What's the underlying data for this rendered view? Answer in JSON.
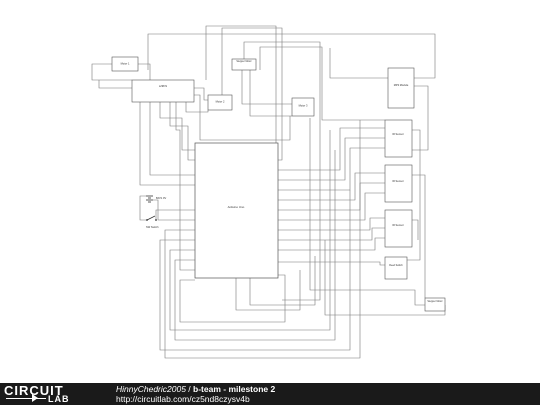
{
  "schematic": {
    "components": [
      {
        "id": "motor1",
        "label": "Motor 1"
      },
      {
        "id": "l298n",
        "label": "L298 N"
      },
      {
        "id": "motor2",
        "label": "Motor 2"
      },
      {
        "id": "motor3",
        "label": "Motor 3"
      },
      {
        "id": "hcsr04top",
        "label": "Stepper Motor"
      },
      {
        "id": "mp3",
        "label": "MP3 Module"
      },
      {
        "id": "sensor1",
        "label": "IR Sensor"
      },
      {
        "id": "sensor2",
        "label": "IR Sensor"
      },
      {
        "id": "sensor3",
        "label": "IR Sensor"
      },
      {
        "id": "arduino",
        "label": "Arduino Uno"
      },
      {
        "id": "reed",
        "label": "Reed Switch"
      },
      {
        "id": "battery",
        "label": "BAT1 9V"
      },
      {
        "id": "switch",
        "label": "SW Switch"
      },
      {
        "id": "hcsr04bottom",
        "label": "Stepper Motor"
      }
    ]
  },
  "footer": {
    "logo_top": "CIRCUIT",
    "logo_bottom": "LAB",
    "user": "HinnyChedric2005",
    "separator": " / ",
    "project": "b-team - milestone 2",
    "url": "http://circuitlab.com/cz5nd8czysv4b"
  }
}
